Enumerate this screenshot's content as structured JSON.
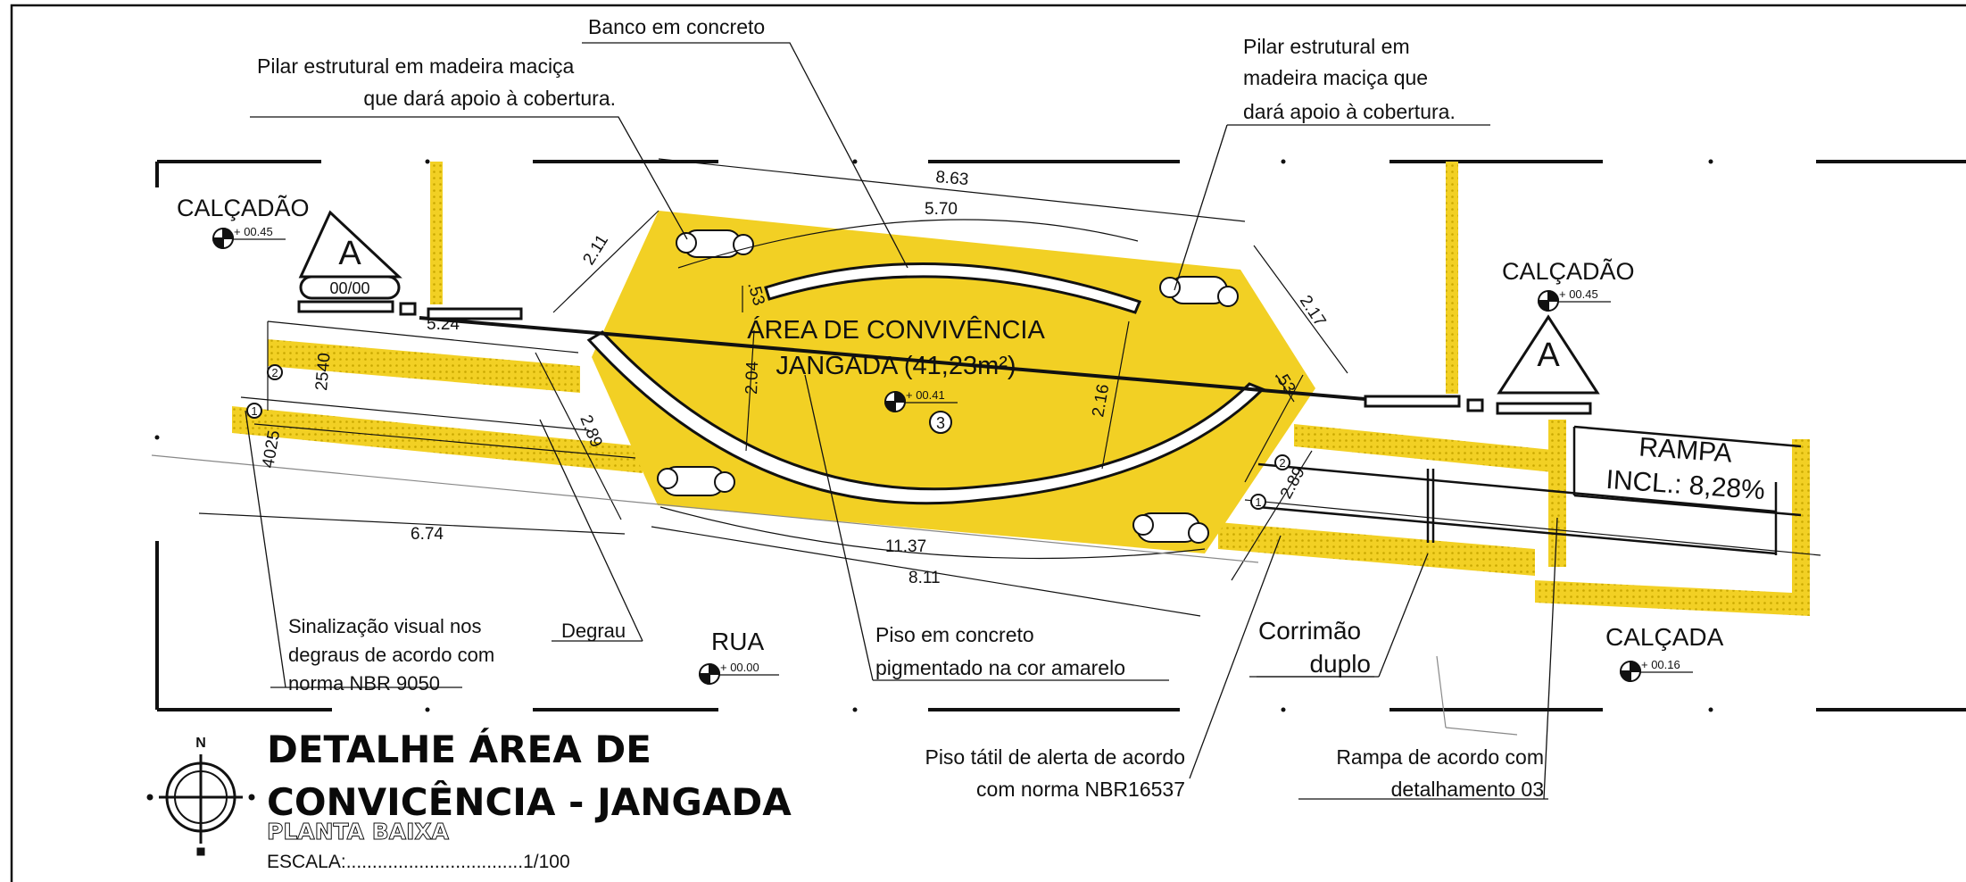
{
  "colors": {
    "accent_yellow": "#F2D024",
    "tactile_yellow": "#F2D024",
    "line": "#111111"
  },
  "labels": {
    "banco": "Banco em concreto",
    "pilar_left_1": "Pilar estrutural em madeira maciça",
    "pilar_left_2": "que dará apoio à cobertura.",
    "pilar_right_1": "Pilar estrutural em",
    "pilar_right_2": "madeira maciça que",
    "pilar_right_3": "dará apoio à cobertura.",
    "calcadao": "CALÇADÃO",
    "area_1": "ÁREA DE CONVIVÊNCIA",
    "area_2": "JANGADA (41,23m²)",
    "rampa_1": "RAMPA",
    "rampa_2": "INCL.: 8,28%",
    "rua": "RUA",
    "calcada": "CALÇADA",
    "sinal_1": "Sinalização visual nos",
    "sinal_2": "degraus de acordo com",
    "sinal_3": "norma NBR 9050",
    "degrau": "Degrau",
    "piso_conc_1": "Piso em concreto",
    "piso_conc_2": "pigmentado na cor amarelo",
    "corrimao_1": "Corrimão",
    "corrimao_2": "duplo",
    "tatil_1": "Piso tátil de alerta de acordo",
    "tatil_2": "com norma NBR16537",
    "rampa_det_1": "Rampa de acordo com",
    "rampa_det_2": "detalhamento 03",
    "title_1": "DETALHE ÁREA DE",
    "title_2": "CONVICÊNCIA - JANGADA",
    "subtitle": "PLANTA BAIXA",
    "escala": "ESCALA:..................................1/100",
    "section_mark": "A",
    "section_ref": "00/00",
    "detail_ref": "3",
    "step_1": "1",
    "step_2": "2",
    "north": "N"
  },
  "levels": {
    "calcadao_left": "+ 00.45",
    "calcadao_right": "+ 00.45",
    "area": "+ 00.41",
    "rua": "+ 00.00",
    "calcada": "+ 00.16"
  },
  "dimensions": {
    "d_863": "8.63",
    "d_570": "5.70",
    "d_211": "2.11",
    "d_217": "2.17",
    "d_53a": ".53",
    "d_53b": ".53",
    "d_524": "5.24",
    "d_2540": "2540",
    "d_4025": "4025",
    "d_204": "2.04",
    "d_216": "2.16",
    "d_289a": "2.89",
    "d_289b": "2.89",
    "d_674": "6.74",
    "d_1137": "11.37",
    "d_811": "8.11"
  }
}
